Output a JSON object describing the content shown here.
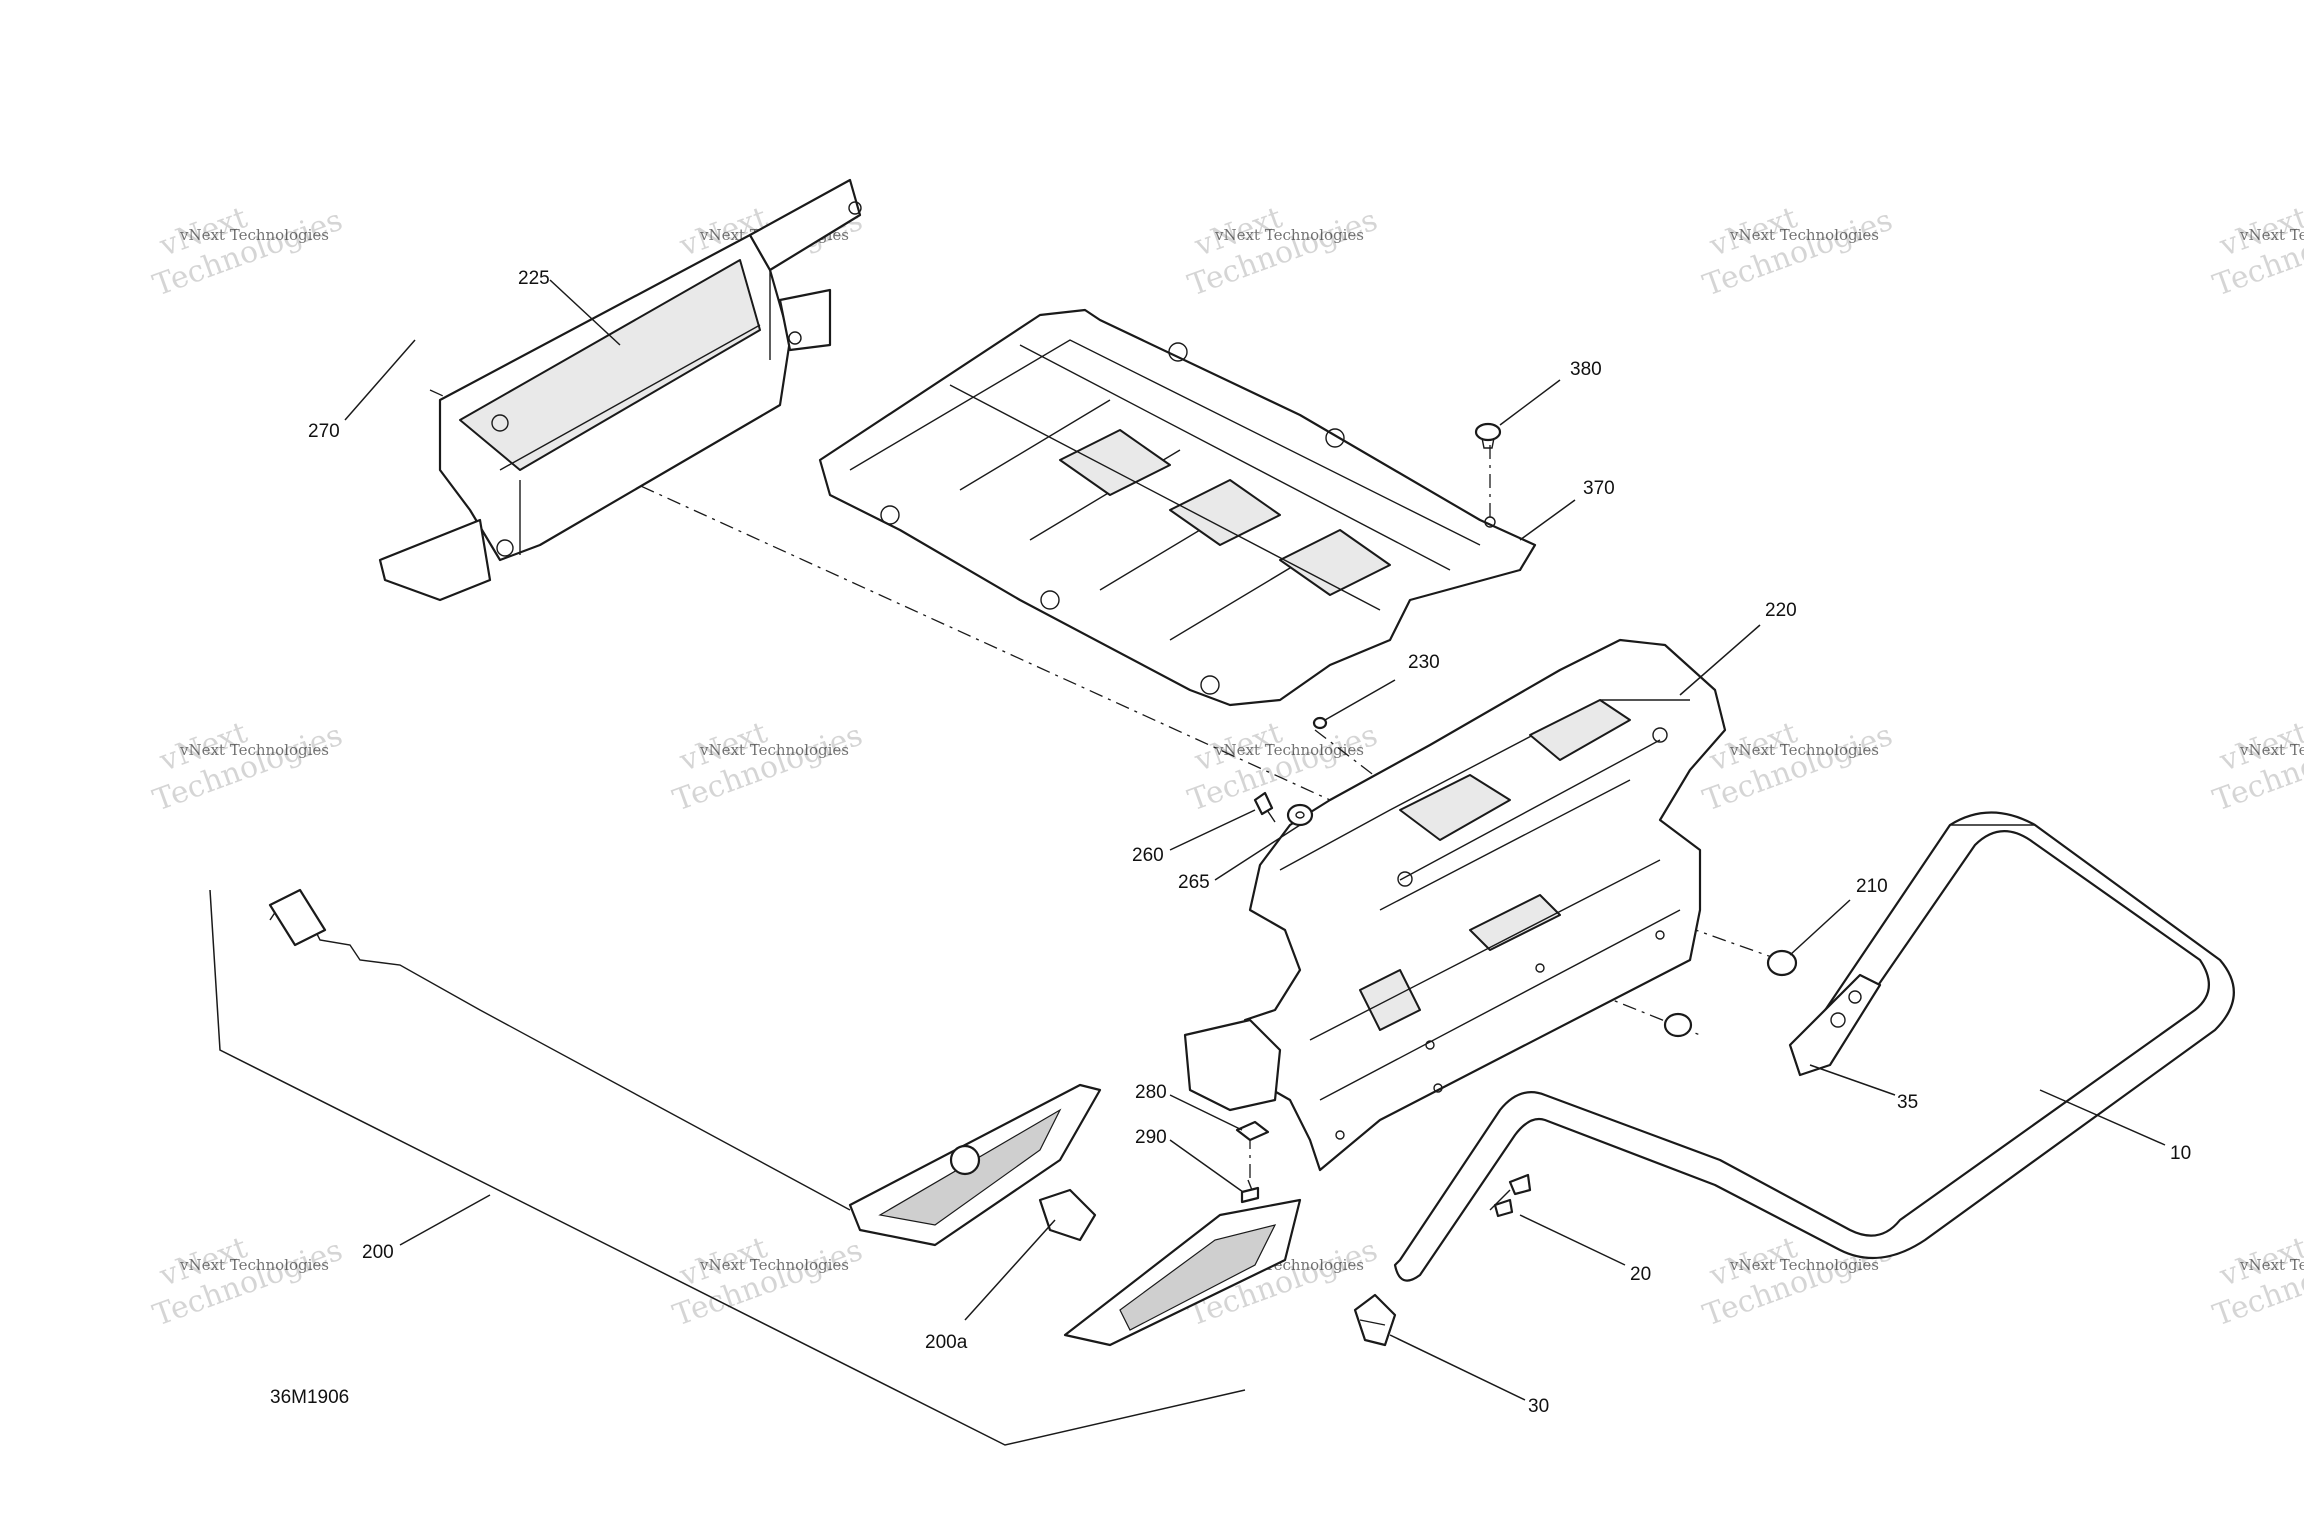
{
  "drawing_code": "36M1906",
  "watermark": {
    "brand": "vNext Technologies",
    "large_top": "vNext",
    "large_bottom": "Technologies"
  },
  "callouts": {
    "c10": "10",
    "c20": "20",
    "c30": "30",
    "c35": "35",
    "c200": "200",
    "c200a": "200a",
    "c210": "210",
    "c220": "220",
    "c225": "225",
    "c230": "230",
    "c260": "260",
    "c265": "265",
    "c270": "270",
    "c280": "280",
    "c290": "290",
    "c370": "370",
    "c380": "380"
  }
}
